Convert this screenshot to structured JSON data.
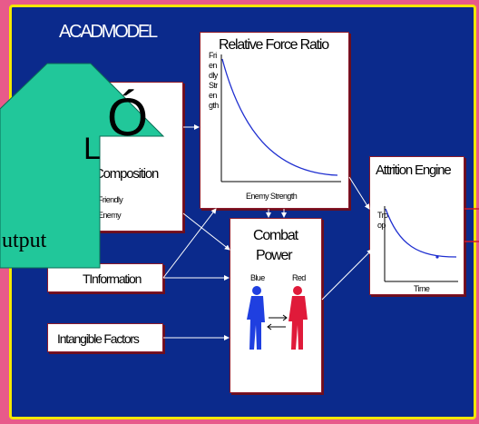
{
  "title": "ACADMODEL",
  "colors": {
    "background": "#e85a8a",
    "frame": "#0b2a8c",
    "border": "#f3e800",
    "arrow_shape": "#21c79a",
    "curve": "#1f2fd0",
    "red_accent": "#d11a2a"
  },
  "callout": {
    "label": "utput",
    "glyph": "Ó",
    "glyph2": "L"
  },
  "composition": {
    "title": "Composition",
    "items": [
      "Friendly",
      "Enemy"
    ]
  },
  "information": {
    "label": "TInformation"
  },
  "intangible": {
    "label": "Intangible Factors"
  },
  "force_ratio": {
    "title": "Relative Force Ratio",
    "ylabel_lines": [
      "Fri",
      "en",
      "dly",
      "Str",
      "en",
      "gth"
    ],
    "xlabel": "Enemy Strength"
  },
  "combat_power": {
    "title_line1": "Combat",
    "title_line2": "Power",
    "blue": "Blue",
    "red": "Red"
  },
  "attrition": {
    "title": "Attrition Engine",
    "ylabel_lines": [
      "Tro",
      "op"
    ],
    "xlabel": "Time"
  }
}
